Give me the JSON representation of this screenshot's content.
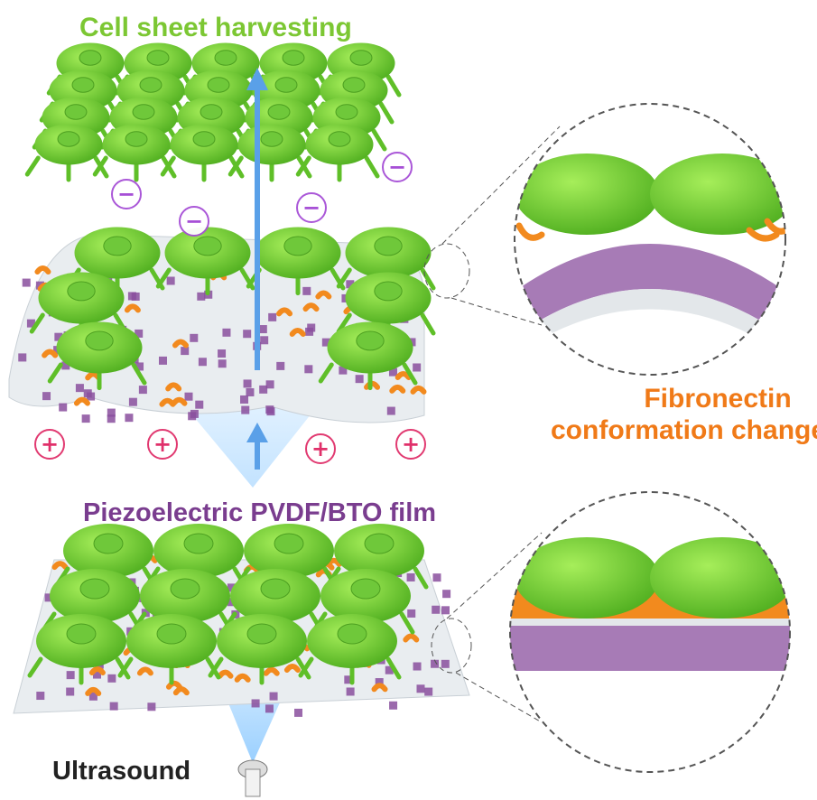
{
  "labels": {
    "harvest": "Cell sheet harvesting",
    "fibronectin_line1": "Fibronectin",
    "fibronectin_line2": "conformation change",
    "film": "Piezoelectric PVDF/BTO film",
    "ultrasound": "Ultrasound"
  },
  "charges": {
    "negative": "−",
    "positive": "+"
  },
  "colors": {
    "cell": "#7fd63a",
    "fibronectin": "#f28a1e",
    "bto": "#8a4f9e",
    "film": "#e9edf0",
    "arrow": "#5aa0e8",
    "negative": "#a64fd6",
    "positive": "#e0306a",
    "harvest_text": "#7cc733",
    "fib_text": "#f07a18",
    "film_text": "#7a3d8f"
  }
}
